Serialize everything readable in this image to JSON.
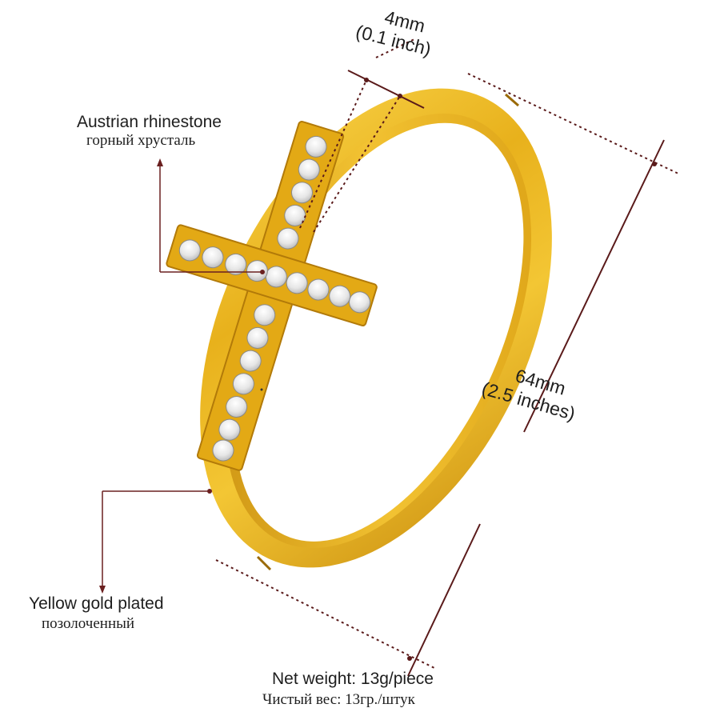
{
  "labels": {
    "width_mm": "4mm",
    "width_in": "(0.1 inch)",
    "diameter_mm": "64mm",
    "diameter_in": "(2.5 inches)",
    "stone_en": "Austrian rhinestone",
    "stone_ru": "горный хрусталь",
    "plating_en": "Yellow gold plated",
    "plating_ru": "позолоченный",
    "weight_en": "Net weight: 13g/piece",
    "weight_ru": "Чистый вес: 13гр./штук"
  },
  "colors": {
    "gold_light": "#f5c830",
    "gold_mid": "#e2a814",
    "gold_dark": "#b37a0a",
    "guide_line": "#5a1a1a",
    "leader_line": "#6a2020",
    "stone": "#f2f2f2"
  }
}
